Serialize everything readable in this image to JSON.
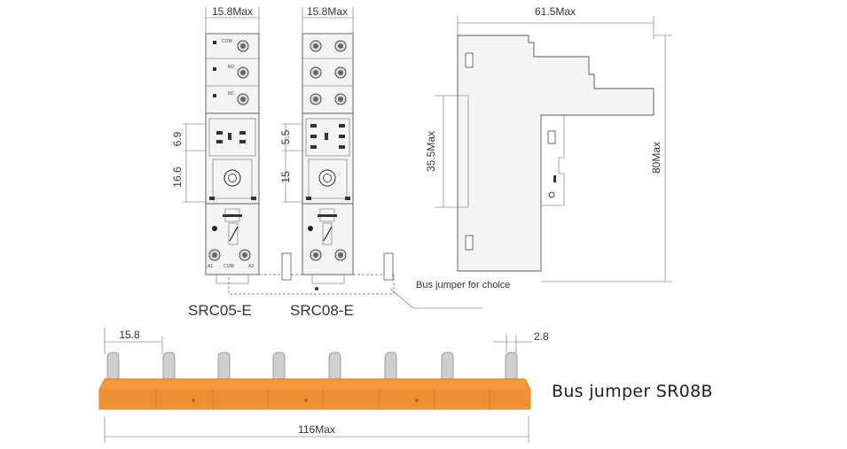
{
  "dimensions": {
    "width_left": "15.8Max",
    "width_mid": "15.8Max",
    "side_width": "61.5Max",
    "rail_height": "35.5Max",
    "total_height": "80Max",
    "left_6_9": "6.9",
    "left_16_6": "16.6",
    "mid_5_5": "5.5",
    "mid_15": "15",
    "pitch": "15.8",
    "pin_width": "2.8",
    "jumper_length": "116Max"
  },
  "labels": {
    "src05": "SRC05-E",
    "src08": "SRC08-E",
    "bus_jumper_note": "Bus jumper for choice",
    "bus_jumper_title": "Bus jumper SR08B"
  },
  "terminal_marks": {
    "com": "COM",
    "no": "NO",
    "nc": "NC",
    "a1": "A1",
    "a2": "A2"
  },
  "colors": {
    "jumper_orange": "#f39a3c",
    "jumper_dark": "#d9772a",
    "jumper_pin": "#c9c9c9"
  }
}
